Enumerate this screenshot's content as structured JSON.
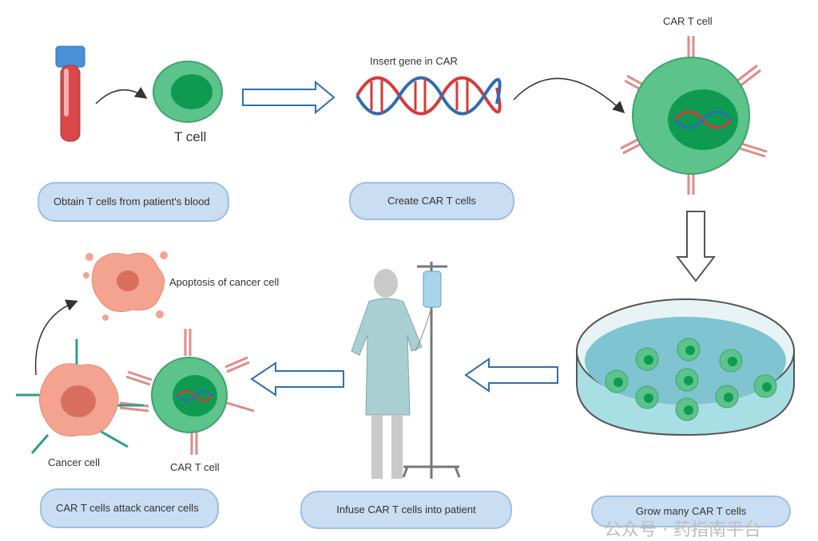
{
  "labels": {
    "t_cell": "T cell",
    "insert_gene": "Insert gene in CAR",
    "car_t_cell_top": "CAR T cell",
    "apoptosis": "Apoptosis of cancer cell",
    "cancer_cell": "Cancer cell",
    "car_t_cell_bottom": "CAR T cell"
  },
  "steps": {
    "obtain": "Obtain T cells from patient's blood",
    "create": "Create CAR T cells",
    "grow": "Grow many CAR T cells",
    "infuse": "Infuse CAR T cells into patient",
    "attack": "CAR T cells attack cancer cells"
  },
  "watermark": "公众号 · 药指南平台",
  "colors": {
    "t_cell_green": "#5cc48a",
    "nucleus_green": "#0f9a52",
    "dna_red": "#d63a3a",
    "dna_blue": "#2c6db3",
    "receptor_red": "#d98a8a",
    "cancer_pink": "#f3a38f",
    "pill_blue": "#c9ddf3",
    "dish_liquid": "#7fc4d0"
  }
}
